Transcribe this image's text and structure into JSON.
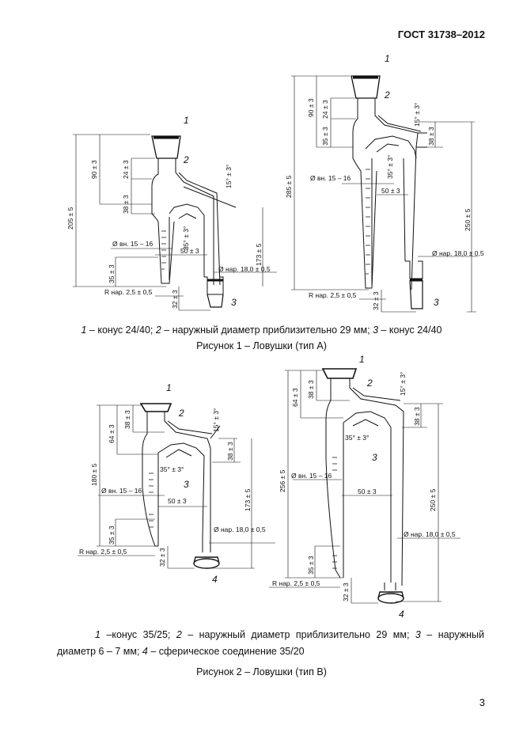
{
  "header": {
    "standard": "ГОСТ 31738–2012"
  },
  "figure1": {
    "legend": {
      "n1": "1",
      "t1": " – конус 24/40; ",
      "n2": "2",
      "t2": " – наружный диаметр приблизительно 29 мм; ",
      "n3": "3",
      "t3": " – конус 24/40"
    },
    "caption": "Рисунок 1 – Ловушки (тип А)",
    "left": {
      "d205": "205 ± 5",
      "d90": "90 ± 3",
      "d24": "24 ± 3",
      "d38": "38 ± 3",
      "d15": "15° ± 3°",
      "d35a": "35° ± 3°",
      "dvn": "Ø вн. 15 – 16",
      "d50": "50 ± 3",
      "d173": "173 ± 5",
      "dnar": "Ø нар. 18,0 ± 0,5",
      "d35": "35 ± 3",
      "dR": "R нар. 2,5 ± 0,5",
      "d32": "32 ± 3",
      "n1": "1",
      "n2": "2",
      "n3": "3"
    },
    "right": {
      "d285": "285 ± 5",
      "d90": "90 ± 3",
      "d24": "24 ± 3",
      "d35": "35 ± 3",
      "d15": "15° ± 3°",
      "d38": "38 ± 3",
      "d35a": "35° ± 3°",
      "dvn": "Ø вн. 15 – 16",
      "d50": "50 ± 3",
      "d250": "250 ± 5",
      "dnar": "Ø нар. 18,0 ± 0,5",
      "dR": "R нар. 2,5 ± 0,5",
      "d32": "32 ± 3",
      "n1": "1",
      "n2": "2",
      "n3": "3"
    }
  },
  "figure2": {
    "legend_line1": {
      "n1": "1",
      "t1": " –конус 35/25; ",
      "n2": "2",
      "t2": " – наружный диаметр приблизительно 29 мм; ",
      "n3": "3",
      "t3": " – наружный"
    },
    "legend_line2": {
      "t1": "диаметр 6 – 7 мм; ",
      "n4": "4",
      "t2": " – сферическое соединение 35/20"
    },
    "caption": "Рисунок 2 – Ловушки (тип В)",
    "left": {
      "d180": "180 ± 5",
      "d64": "64 ± 3",
      "d38": "38 ± 3",
      "d15": "15° ± 3°",
      "d38b": "38 ± 3",
      "d35a": "35° ± 3°",
      "dvn": "Ø вн. 15 – 16",
      "d50": "50 ± 3",
      "d173": "173 ± 5",
      "d35": "35 ± 3",
      "dnar": "Ø нар. 18,0 ± 0,5",
      "dR": "R нар. 2,5 ± 0,5",
      "d32": "32 ± 3",
      "n1": "1",
      "n2": "2",
      "n3": "3",
      "n4": "4"
    },
    "right": {
      "d256": "256 ± 5",
      "d64": "64 ± 3",
      "d38": "38 ± 3",
      "d15": "15° ± 3°",
      "d38b": "38 ± 3",
      "d35a": "35° ± 3°",
      "dvn": "Ø вн. 15 – 16",
      "d50": "50 ± 3",
      "d250": "250 ± 5",
      "dnar": "Ø нар. 18,0 ± 0,5",
      "d35": "35 ± 3",
      "dR": "R нар. 2,5 ± 0,5",
      "d32": "32 ± 3",
      "n1": "1",
      "n2": "2",
      "n3": "3",
      "n4": "4"
    }
  },
  "page_number": "3"
}
